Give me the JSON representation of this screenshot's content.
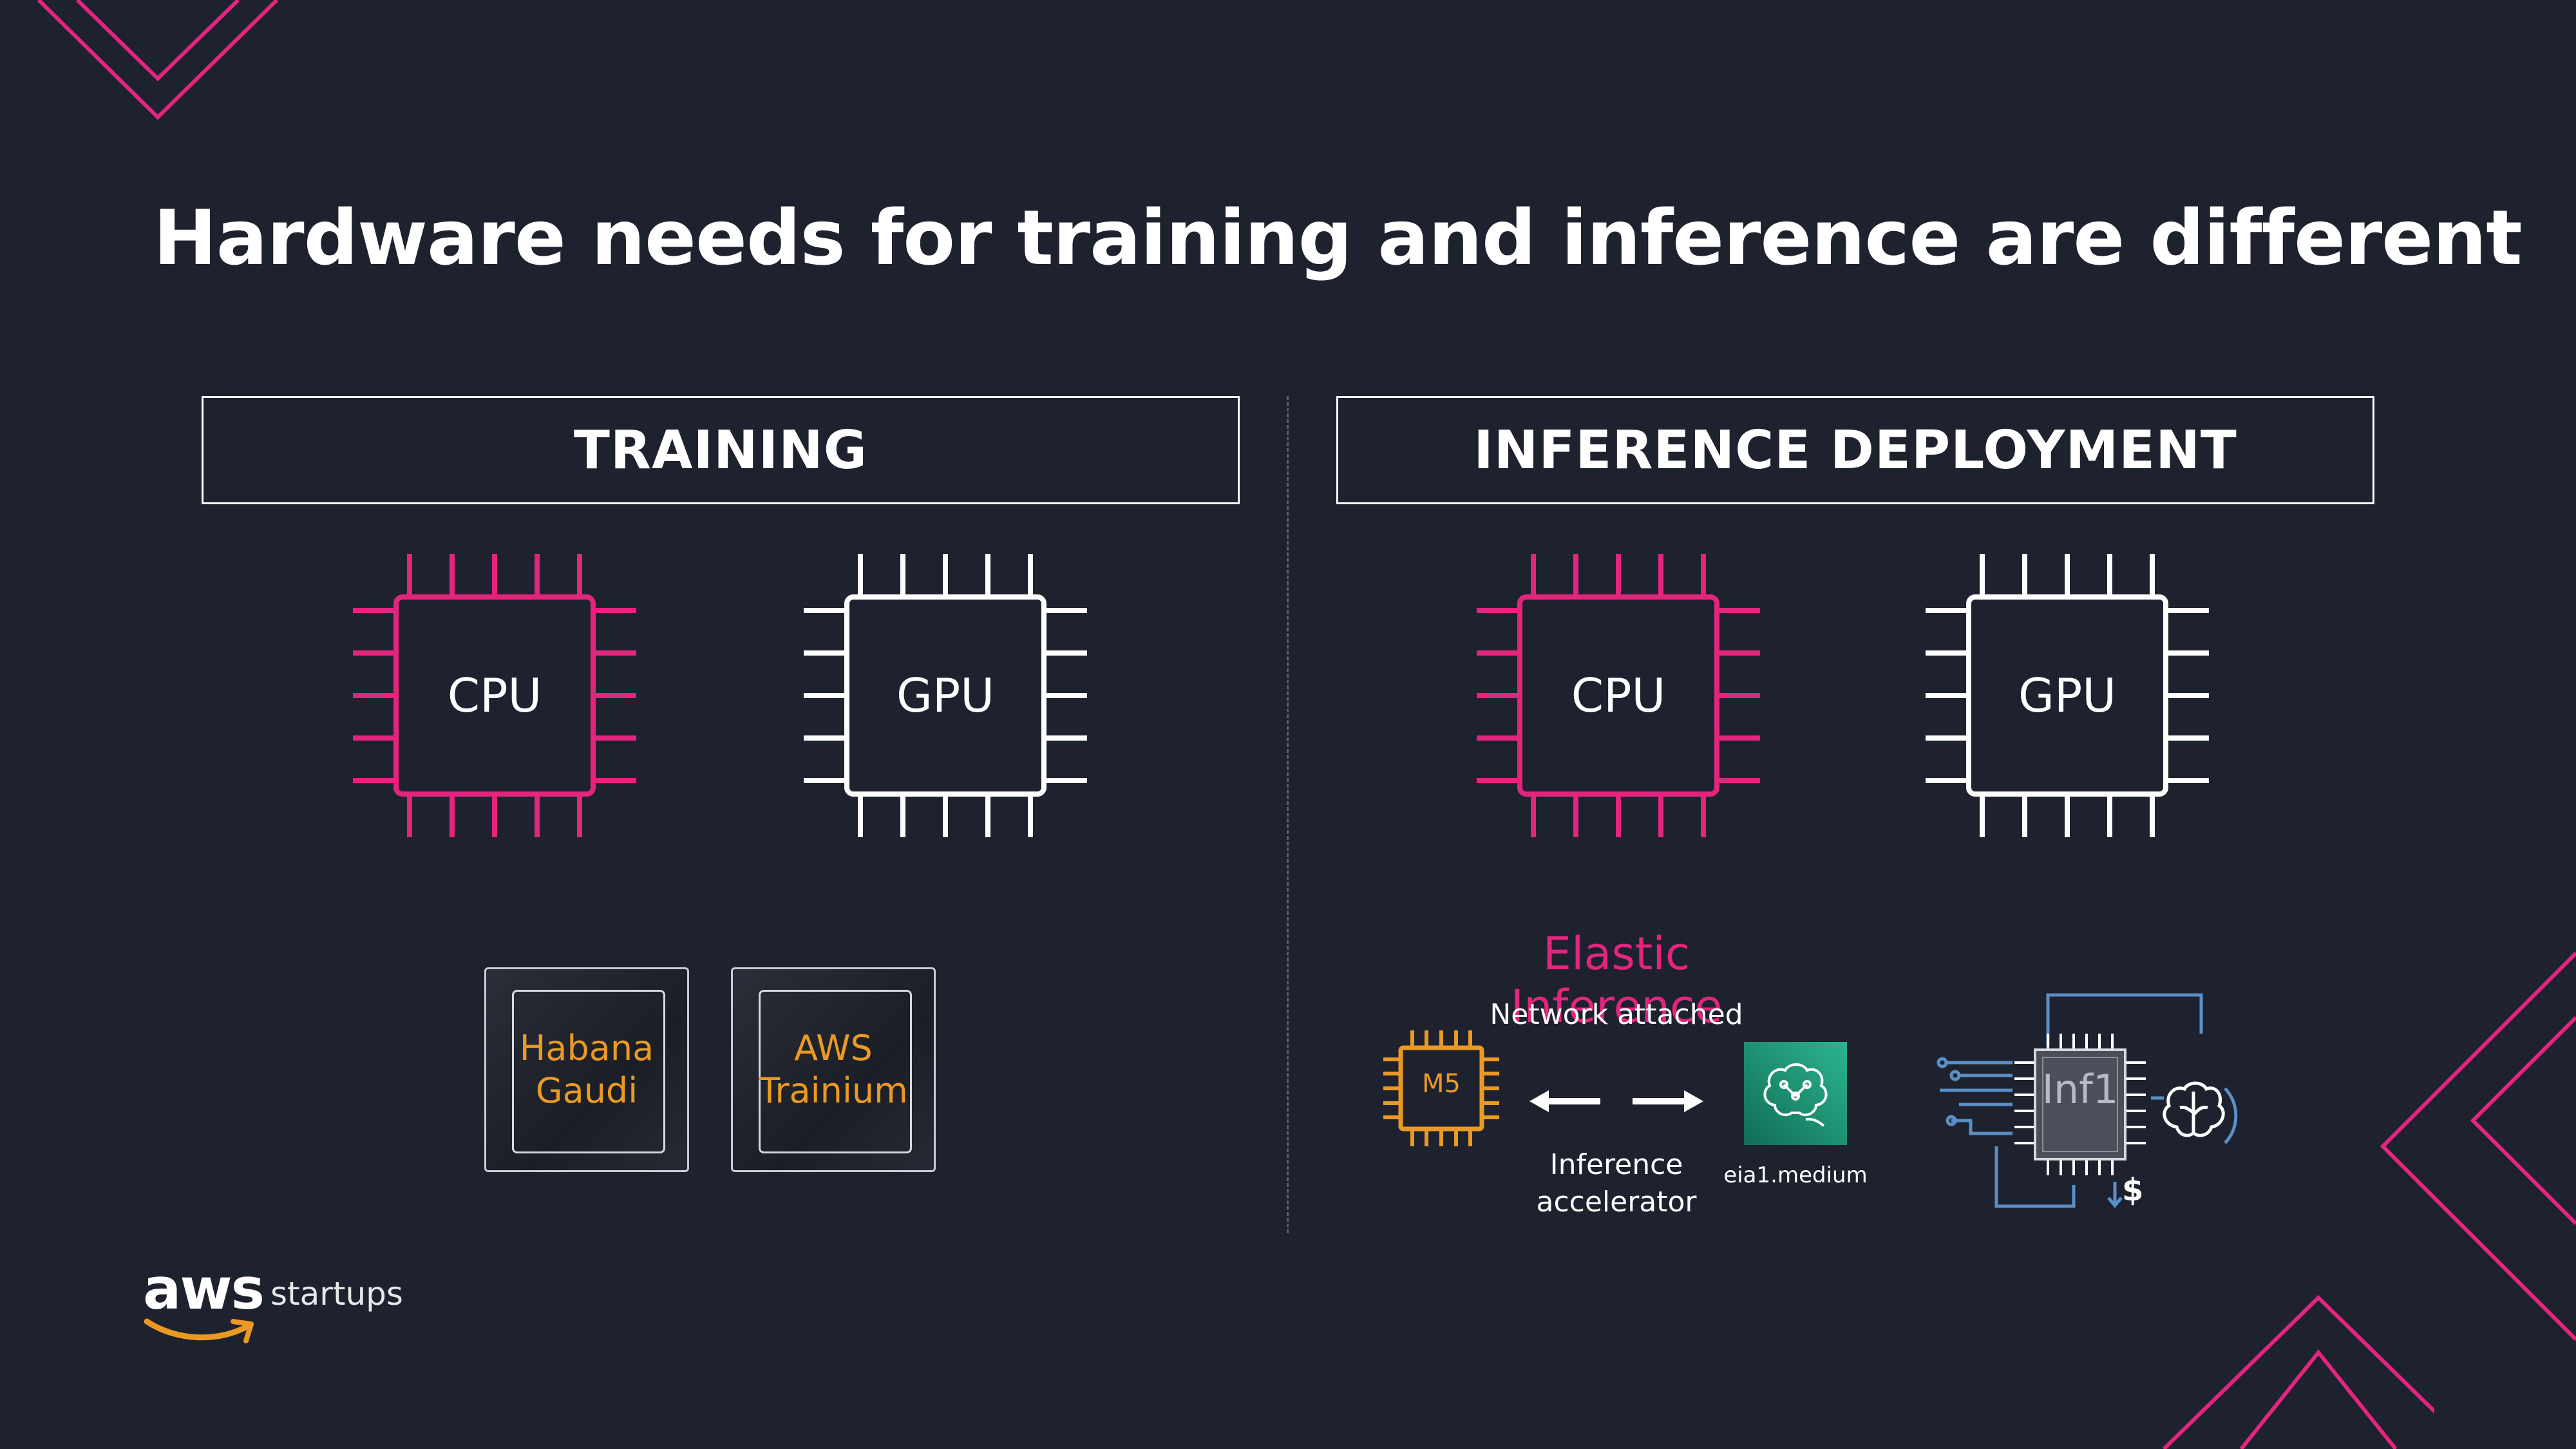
{
  "slide": {
    "title": "Hardware needs for training and inference are different"
  },
  "training": {
    "header": "TRAINING",
    "chips": {
      "cpu": "CPU",
      "gpu": "GPU"
    },
    "accelerators": [
      "Habana\nGaudi",
      "AWS\nTrainium"
    ]
  },
  "inference": {
    "header": "INFERENCE DEPLOYMENT",
    "chips": {
      "cpu": "CPU",
      "gpu": "GPU"
    },
    "elastic": {
      "title": "Elastic Inference",
      "network_label": "Network attached",
      "m5_label": "M5",
      "accelerator_label": "Inference\naccelerator",
      "eia_label": "eia1.medium"
    },
    "inf1": {
      "label": "Inf1",
      "dollar": "$"
    }
  },
  "footer": {
    "logo_text": "aws",
    "sub_text": "startups"
  },
  "colors": {
    "background": "#1e222e",
    "pink": "#e3257e",
    "orange": "#ea9a24",
    "teal": "#1e8c70",
    "blue": "#5b8fc7"
  }
}
